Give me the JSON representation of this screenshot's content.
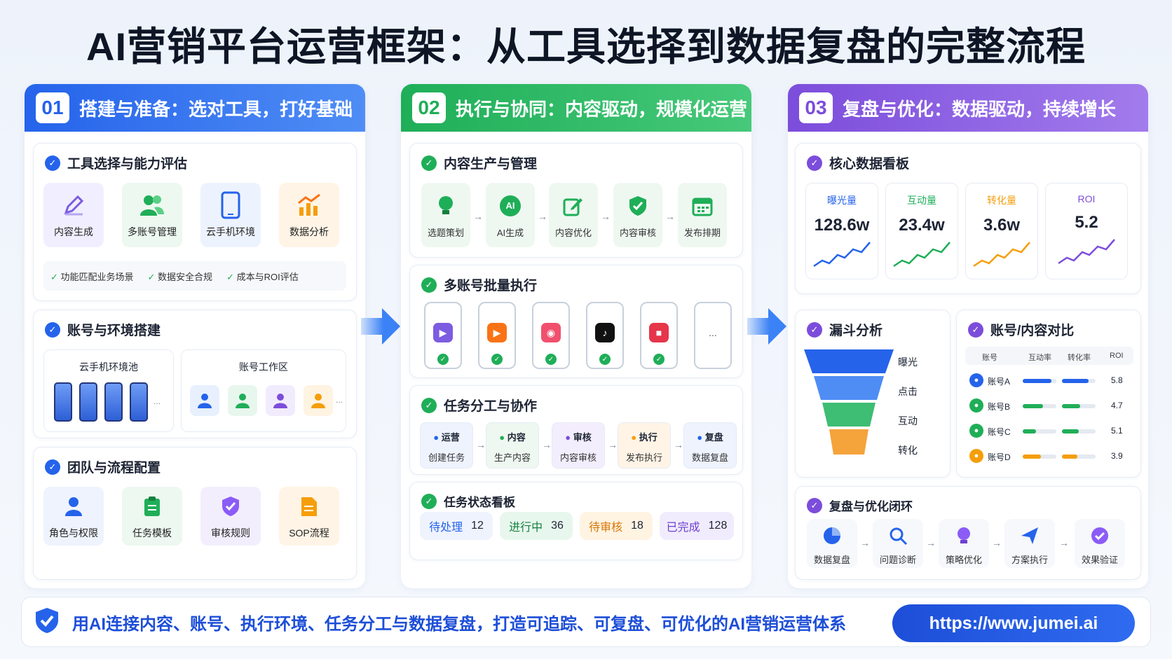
{
  "title": "AI营销平台运营框架：从工具选择到数据复盘的完整流程",
  "col1": {
    "num": "01",
    "heading": "搭建与准备：选对工具，打好基础",
    "tools": {
      "title": "工具选择与能力评估",
      "items": [
        "内容生成",
        "多账号管理",
        "云手机环境",
        "数据分析"
      ],
      "checks": [
        "功能匹配业务场景",
        "数据安全合规",
        "成本与ROI评估"
      ]
    },
    "accounts": {
      "title": "账号与环境搭建",
      "pool_label": "云手机环境池",
      "work_label": "账号工作区",
      "ellipsis": "..."
    },
    "team": {
      "title": "团队与流程配置",
      "items": [
        "角色与权限",
        "任务模板",
        "审核规则",
        "SOP流程"
      ]
    }
  },
  "col2": {
    "num": "02",
    "heading": "执行与协同：内容驱动，规模化运营",
    "content": {
      "title": "内容生产与管理",
      "steps": [
        "选题策划",
        "AI生成",
        "内容优化",
        "内容审核",
        "发布排期"
      ],
      "ai_badge": "AI"
    },
    "batch": {
      "title": "多账号批量执行",
      "more": "..."
    },
    "tasks": {
      "title": "任务分工与协作",
      "roles": [
        {
          "role": "运营",
          "task": "创建任务"
        },
        {
          "role": "内容",
          "task": "生产内容"
        },
        {
          "role": "审核",
          "task": "内容审核"
        },
        {
          "role": "执行",
          "task": "发布执行"
        },
        {
          "role": "复盘",
          "task": "数据复盘"
        }
      ]
    },
    "status": {
      "title": "任务状态看板",
      "items": [
        {
          "label": "待处理",
          "count": "12"
        },
        {
          "label": "进行中",
          "count": "36"
        },
        {
          "label": "待审核",
          "count": "18"
        },
        {
          "label": "已完成",
          "count": "128"
        }
      ]
    }
  },
  "col3": {
    "num": "03",
    "heading": "复盘与优化：数据驱动，持续增长",
    "dashboard": {
      "title": "核心数据看板",
      "kpis": [
        {
          "label": "曝光量",
          "value": "128.6w",
          "color": "#2563eb"
        },
        {
          "label": "互动量",
          "value": "23.4w",
          "color": "#1fae58"
        },
        {
          "label": "转化量",
          "value": "3.6w",
          "color": "#f59e0b"
        },
        {
          "label": "ROI",
          "value": "5.2",
          "color": "#7c4ddb"
        }
      ]
    },
    "funnel": {
      "title": "漏斗分析",
      "stages": [
        "曝光",
        "点击",
        "互动",
        "转化"
      ]
    },
    "compare": {
      "title": "账号/内容对比",
      "headers": [
        "账号",
        "互动率",
        "转化率",
        "ROI"
      ],
      "rows": [
        {
          "name": "账号A",
          "roi": "5.8",
          "r1": 0.85,
          "r2": 0.8,
          "color": "#2563eb"
        },
        {
          "name": "账号B",
          "roi": "4.7",
          "r1": 0.6,
          "r2": 0.55,
          "color": "#1fae58"
        },
        {
          "name": "账号C",
          "roi": "5.1",
          "r1": 0.4,
          "r2": 0.5,
          "color": "#1fae58"
        },
        {
          "name": "账号D",
          "roi": "3.9",
          "r1": 0.55,
          "r2": 0.45,
          "color": "#f59e0b"
        }
      ]
    },
    "loop": {
      "title": "复盘与优化闭环",
      "steps": [
        "数据复盘",
        "问题诊断",
        "策略优化",
        "方案执行",
        "效果验证"
      ]
    }
  },
  "footer": {
    "text": "用AI连接内容、账号、执行环境、任务分工与数据复盘，打造可追踪、可复盘、可优化的AI营销运营体系",
    "url": "https://www.jumei.ai"
  }
}
